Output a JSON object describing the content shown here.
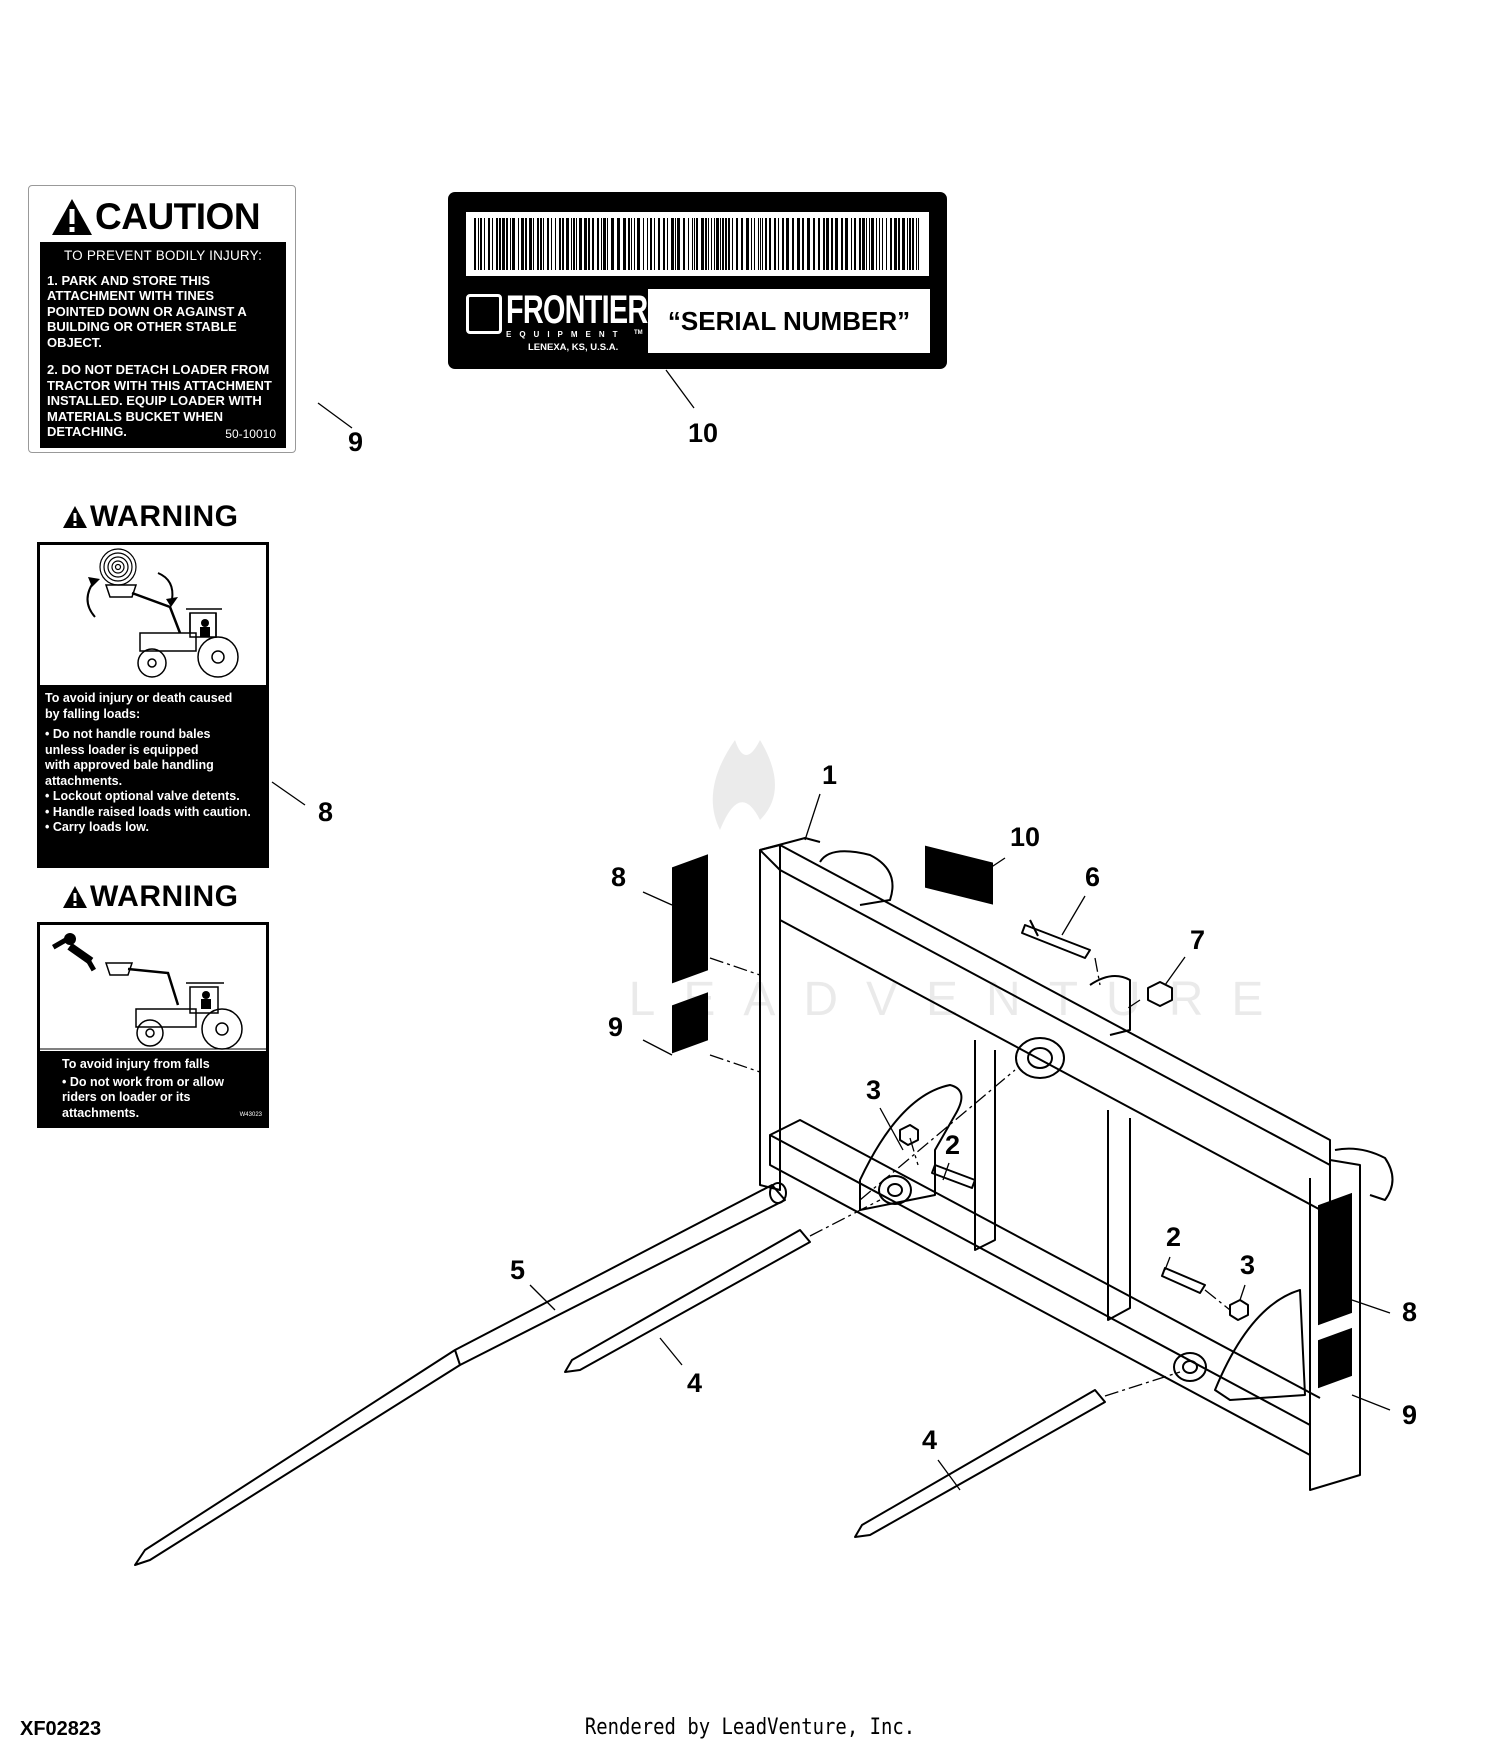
{
  "caution_decal": {
    "heading": "CAUTION",
    "subheading": "TO PREVENT BODILY INJURY:",
    "item1": "1. PARK AND STORE THIS\nATTACHMENT WITH TINES\nPOINTED DOWN OR AGAINST A\nBUILDING OR OTHER STABLE\nOBJECT.",
    "item2": "2. DO NOT DETACH LOADER FROM\nTRACTOR WITH THIS ATTACHMENT\nINSTALLED. EQUIP LOADER WITH\nMATERIALS BUCKET WHEN\nDETACHING.",
    "code": "50-10010"
  },
  "serial_label": {
    "brand": "FRONTIER",
    "brand_sub": "EQUIPMENT",
    "tm": "TM",
    "city": "LENEXA, KS, U.S.A.",
    "serial_text": "“SERIAL NUMBER”"
  },
  "warning_decal_1": {
    "heading": "WARNING",
    "lead": "To avoid injury or death caused\nby falling loads:",
    "bullets": "• Do not handle  round bales\n   unless loader is equipped\n   with approved bale handling\n   attachments.\n• Lockout optional valve detents.\n• Handle raised loads with caution.\n• Carry loads low."
  },
  "warning_decal_2": {
    "heading": "WARNING",
    "lead": "To avoid injury from falls",
    "bullets": "• Do not work from or allow\n   riders on loader or its\n   attachments.",
    "code": "W43023"
  },
  "callouts": {
    "c9_caution": "9",
    "c10_label": "10",
    "c8_warning": "8",
    "c1": "1",
    "c10": "10",
    "c6": "6",
    "c7": "7",
    "c8_left": "8",
    "c9_left": "9",
    "c3_left": "3",
    "c2_left": "2",
    "c2_right": "2",
    "c3_right": "3",
    "c8_right": "8",
    "c9_right": "9",
    "c5": "5",
    "c4_left": "4",
    "c4_right": "4"
  },
  "watermark": "LEADVENTURE",
  "figure_id": "XF02823",
  "rendered_by": "Rendered by LeadVenture, Inc."
}
